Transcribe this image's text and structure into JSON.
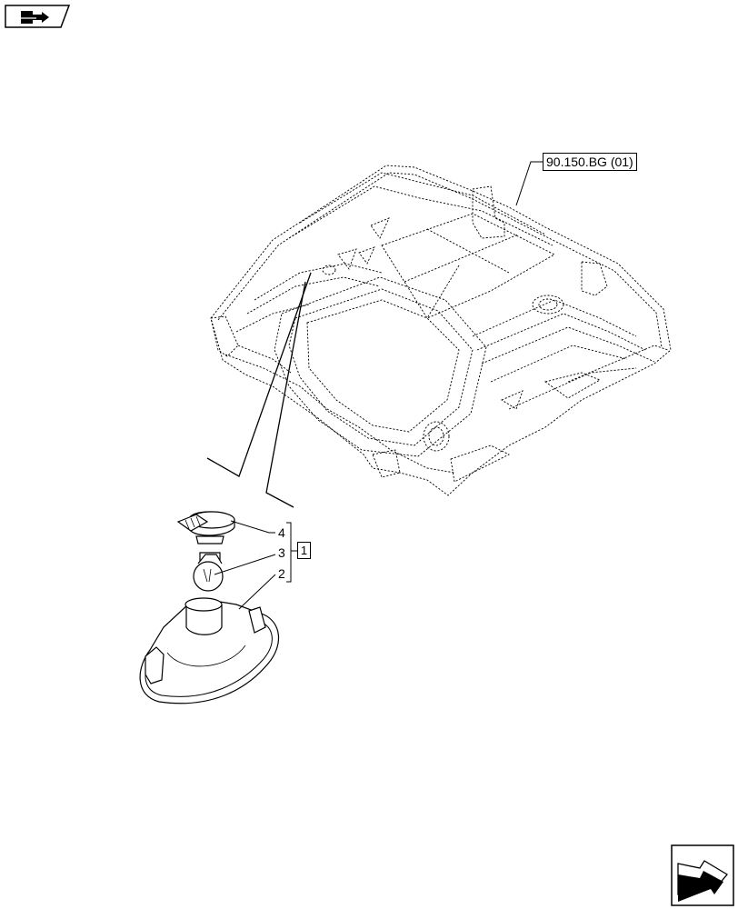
{
  "reference_label": "90.150.BG (01)",
  "callouts": [
    {
      "number": "4"
    },
    {
      "number": "3"
    },
    {
      "number": "2"
    }
  ],
  "kit_label": "1",
  "icons": {
    "top_left": "book-navigation-icon",
    "bottom_right": "next-page-arrow-icon"
  },
  "colors": {
    "line": "#000000",
    "background": "#ffffff"
  }
}
